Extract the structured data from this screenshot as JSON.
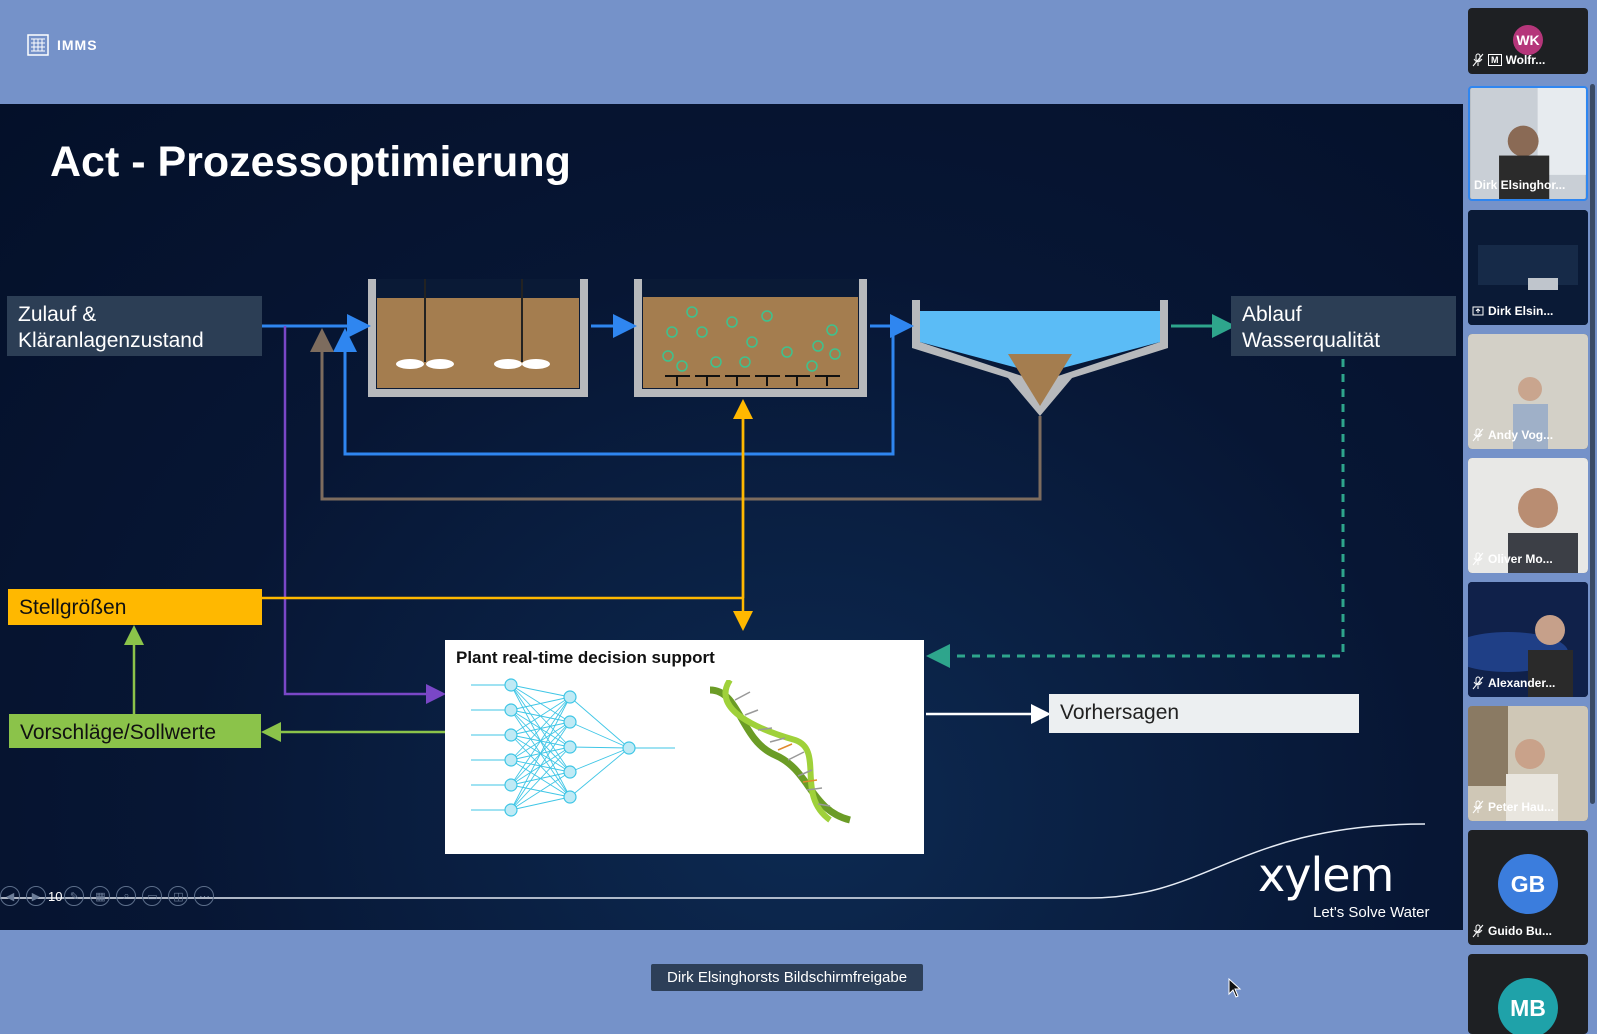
{
  "brand": {
    "text": "IMMS"
  },
  "slide": {
    "title": "Act - Prozessoptimierung",
    "labels": {
      "inflow_line1": "Zulauf &",
      "inflow_line2": "Kläranlagenzustand",
      "outflow_line1": "Ablauf",
      "outflow_line2": "Wasserqualität",
      "controls": "Stellgrößen",
      "suggestions": "Vorschläge/Sollwerte",
      "predictions": "Vorhersagen"
    },
    "ai_panel_title": "Plant real-time decision support",
    "logo": {
      "name": "xylem",
      "tagline": "Let's Solve Water"
    },
    "page_number": "10"
  },
  "share_label": "Dirk Elsinghorsts Bildschirmfreigabe",
  "participants": [
    {
      "initials": "WK",
      "name": "Wolfr...",
      "color": "#b5367a",
      "type": "avatar-small"
    },
    {
      "initials": "",
      "name": "Dirk Elsinghor...",
      "color": "",
      "type": "video"
    },
    {
      "initials": "",
      "name": "Dirk Elsin...",
      "color": "",
      "type": "screen"
    },
    {
      "initials": "",
      "name": "Andy Vog...",
      "color": "",
      "type": "video"
    },
    {
      "initials": "",
      "name": "Oliver Mo...",
      "color": "",
      "type": "video"
    },
    {
      "initials": "",
      "name": "Alexander...",
      "color": "",
      "type": "video"
    },
    {
      "initials": "",
      "name": "Peter Hau...",
      "color": "",
      "type": "video"
    },
    {
      "initials": "GB",
      "name": "Guido Bu...",
      "color": "#3b7ddd",
      "type": "avatar"
    },
    {
      "initials": "MB",
      "name": "",
      "color": "#1fa2a9",
      "type": "avatar"
    }
  ],
  "colors": {
    "blue_flow": "#2f86f0",
    "brown_flow": "#7d6c5e",
    "purple_flow": "#7a47c7",
    "yellow_flow": "#ffb800",
    "green_flow": "#8bc34a",
    "teal_flow": "#2ea58c"
  }
}
